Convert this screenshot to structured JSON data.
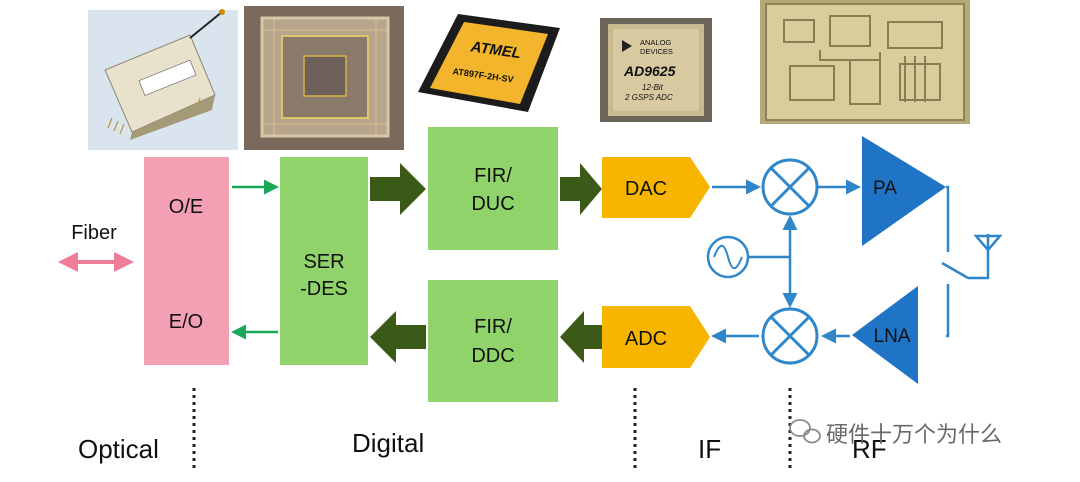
{
  "blocks": {
    "oe": "O/E",
    "eo": "E/O",
    "serdes_1": "SER",
    "serdes_2": "-DES",
    "fir_duc_1": "FIR/",
    "fir_duc_2": "DUC",
    "fir_ddc_1": "FIR/",
    "fir_ddc_2": "DDC",
    "dac": "DAC",
    "adc": "ADC",
    "pa": "PA",
    "lna": "LNA"
  },
  "fiber_label": "Fiber",
  "domains": [
    "Optical",
    "Digital",
    "IF",
    "RF"
  ],
  "chips": {
    "atmel_logo": "ATMEL",
    "atmel_part": "AT897F-2H-SV",
    "adi_brand_1": "ANALOG",
    "adi_brand_2": "DEVICES",
    "adi_part": "AD9625",
    "adi_desc_1": "12-Bit",
    "adi_desc_2": "2 GSPS ADC"
  },
  "watermark": "硬件十万个为什么",
  "colors": {
    "optical_block": "#f4a0b4",
    "digital_block": "#8fd36a",
    "thick_arrow": "#3c5a17",
    "converter": "#f7b500",
    "amplifier": "#1f74c6",
    "thin_arrow_green": "#1aa85a",
    "thin_arrow_blue": "#2f86c8",
    "fiber_arrow": "#ee7d95"
  }
}
